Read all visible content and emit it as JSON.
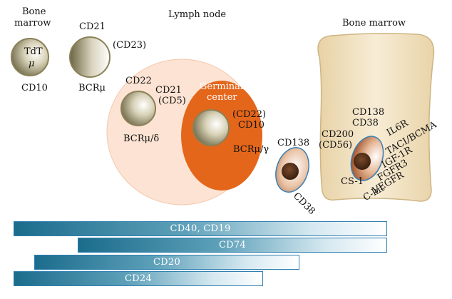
{
  "labels": {
    "bone_marrow_left_1": "Bone",
    "bone_marrow_left_2": "marrow",
    "tdt": "TdT",
    "mu": "μ",
    "cd10_pre": "CD10",
    "cd21_top": "CD21",
    "cd23": "(CD23)",
    "bcr_mu_label": "BCRμ",
    "lymph_node": "Lymph node",
    "cd22": "CD22",
    "cd21_mid": "CD21",
    "cd5": "(CD5)",
    "bcr_mu_delta": "BCRμ/δ",
    "germinal_1": "Germinal",
    "germinal_2": "center",
    "cd22_paren": "(CD22)",
    "cd10_gc": "CD10",
    "bcr_mu_gamma": "BCRμ/γ",
    "cd138_pb": "CD138",
    "cd38_pb": "CD38",
    "bone_marrow_right": "Bone marrow",
    "cd138_pc": "CD138",
    "cd38_pc": "CD38",
    "cd200": "CD200",
    "cd56": "(CD56)",
    "cs1": "CS-1",
    "il6r": "IL6R",
    "taci": "TACI/BCMA",
    "igf1r": "IGF-1R",
    "fgfr3": "FGFR3",
    "vegfr": "VEGFR",
    "ckit": "C-kit"
  },
  "bars": {
    "cd40_cd19": "CD40, CD19",
    "cd74": "CD74",
    "cd20": "CD20",
    "cd24": "CD24"
  },
  "colors": {
    "lymph_node_fill": "#fde3d3",
    "germinal_center_fill": "#e4661a",
    "bone_marrow_fill": "#f4e6c9",
    "bar_dark": "#1b6c8c",
    "bar_border": "#2e7fb0"
  }
}
